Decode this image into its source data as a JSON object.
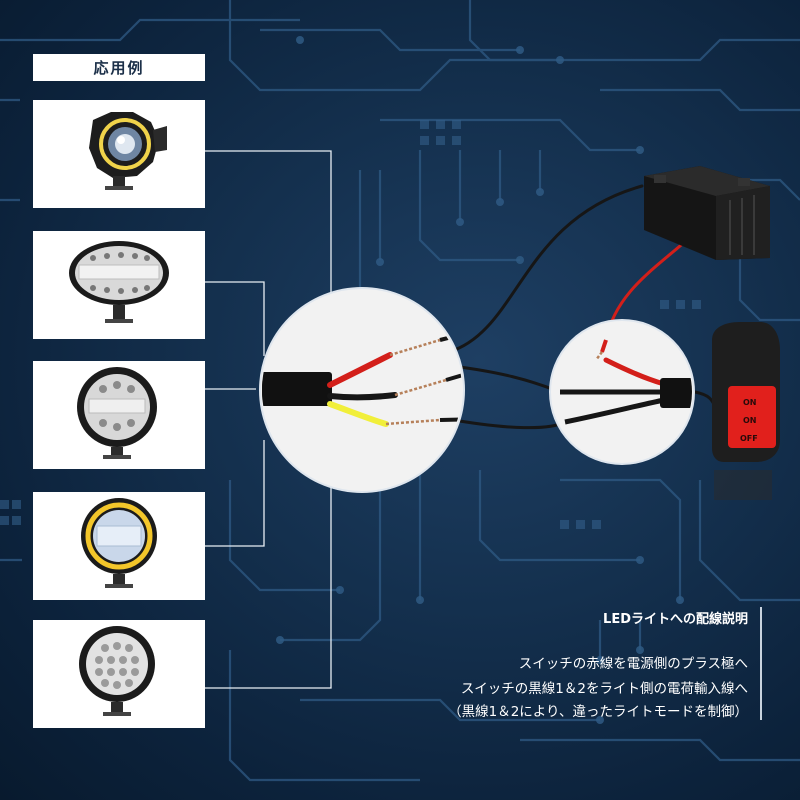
{
  "header": {
    "label": "応用例"
  },
  "thumbnails": [
    {
      "icon": "angel-eye-projector-light-icon"
    },
    {
      "icon": "oval-led-work-light-icon"
    },
    {
      "icon": "round-led-work-light-icon"
    },
    {
      "icon": "round-yellow-ring-led-light-icon"
    },
    {
      "icon": "round-16-led-work-light-icon"
    }
  ],
  "switch": {
    "labels": [
      "ON",
      "ON",
      "OFF"
    ],
    "color": "#e1201c"
  },
  "colors": {
    "red_wire": "#d31f1a",
    "yellow_wire": "#f1ef3a",
    "black_wire": "#161616",
    "line": "#e8eef4"
  },
  "info": {
    "title": "LEDライトへの配線説明",
    "line1": "スイッチの赤線を電源側のプラス極へ",
    "line2": "スイッチの黒線1＆2をライト側の電荷輸入線へ",
    "line3": "（黒線1＆2により、違ったライトモードを制御）"
  }
}
